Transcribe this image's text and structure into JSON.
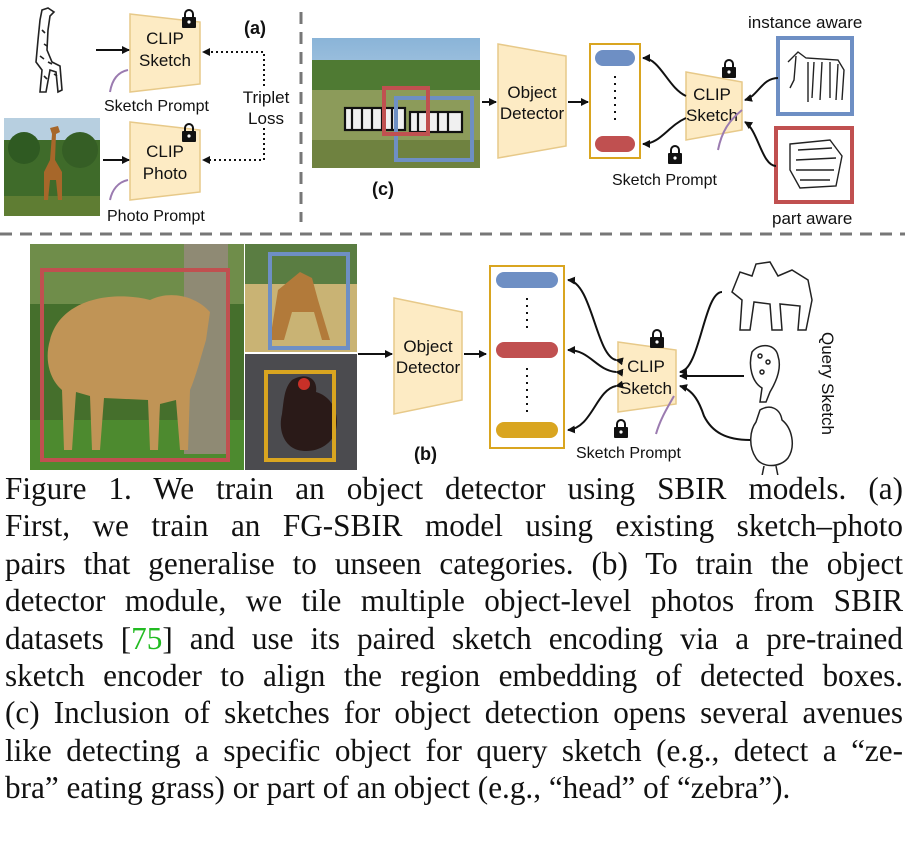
{
  "figure": {
    "panel_a": {
      "label": "(a)",
      "sketch_encoder": [
        "CLIP",
        "Sketch"
      ],
      "photo_encoder": [
        "CLIP",
        "Photo"
      ],
      "sketch_prompt": "Sketch Prompt",
      "photo_prompt": "Photo Prompt",
      "loss": [
        "Triplet",
        "Loss"
      ]
    },
    "panel_c": {
      "label": "(c)",
      "detector": [
        "Object",
        "Detector"
      ],
      "encoder": [
        "CLIP",
        "Sketch"
      ],
      "prompt": "Sketch Prompt",
      "instance_label": "instance aware",
      "part_label": "part aware"
    },
    "panel_b": {
      "label": "(b)",
      "detector": [
        "Object",
        "Detector"
      ],
      "encoder": [
        "CLIP",
        "Sketch"
      ],
      "prompt": "Sketch Prompt",
      "query_label": "Query Sketch"
    },
    "colors": {
      "encoder_fill": "#fdebc4",
      "blue": "#6e8fc4",
      "red": "#c05050",
      "orange": "#d9a520",
      "prompt_line": "#9b7bb0"
    }
  },
  "caption": {
    "line1": "Figure 1.  We train an object detector using SBIR models.  (a)",
    "line2": "First, we train an FG-SBIR model using existing sketch–photo",
    "line3": "pairs that generalise to unseen categories.  (b) To train the object",
    "line4": "detector module, we tile multiple object-level photos from SBIR",
    "line5_a": "datasets [",
    "line5_cite": "75",
    "line5_b": "] and use its paired sketch encoding via a pre-trained",
    "line6": "sketch encoder to align the region embedding of detected boxes.",
    "line7": "(c) Inclusion of sketches for object detection opens several avenues",
    "line8": "like detecting a specific object for query sketch (e.g., detect a “ze-",
    "line9": "bra” eating grass) or part of an object (e.g., “head” of “zebra”)."
  }
}
